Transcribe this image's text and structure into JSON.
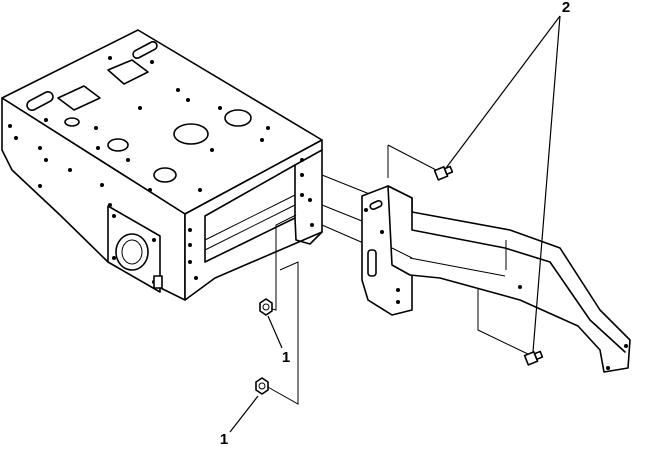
{
  "callouts": {
    "nut_upper": "1",
    "nut_lower": "1",
    "bolts": "2"
  }
}
